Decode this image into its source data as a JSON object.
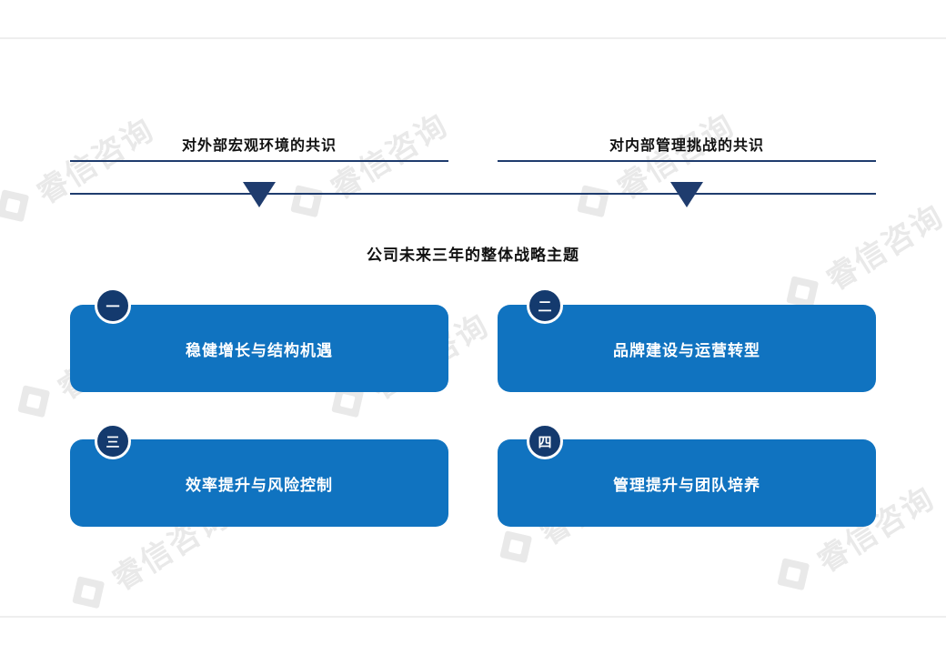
{
  "watermark_text": "睿信咨询",
  "top_headings": [
    {
      "label": "对外部宏观环境的共识"
    },
    {
      "label": "对内部管理挑战的共识"
    }
  ],
  "theme_title": "公司未来三年的整体战略主题",
  "themes": [
    {
      "number": "一",
      "label": "稳健增长与结构机遇"
    },
    {
      "number": "二",
      "label": "品牌建设与运营转型"
    },
    {
      "number": "三",
      "label": "效率提升与风险控制"
    },
    {
      "number": "四",
      "label": "管理提升与团队培养"
    }
  ],
  "colors": {
    "navy": "#1f3c6e",
    "card_blue": "#1073c0",
    "badge_navy": "#143a6e",
    "watermark": "#6b6b6b"
  }
}
